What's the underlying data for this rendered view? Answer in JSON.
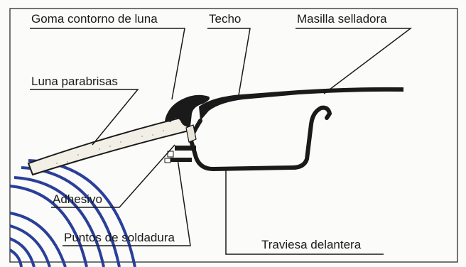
{
  "labels": {
    "goma": "Goma contorno de luna",
    "techo": "Techo",
    "masilla": "Masilla selladora",
    "luna": "Luna parabrisas",
    "adhesivo": "Adhesivo",
    "puntos": "Puntos de soldadura",
    "traviesa": "Traviesa delantera"
  },
  "colors": {
    "line": "#1a1a1a",
    "watermark": "#2a3f9a",
    "glass_fill": "#f2efe6"
  }
}
